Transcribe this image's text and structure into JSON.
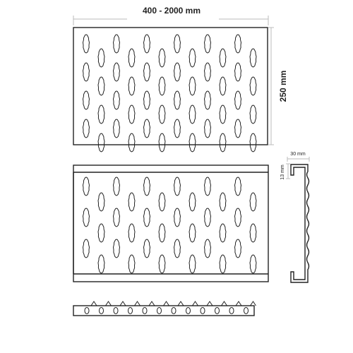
{
  "dimensions": {
    "width_label": "400 - 2000 mm",
    "height_label": "250 mm",
    "profile_width_label": "30 mm",
    "profile_height_label": "13 mm"
  },
  "colors": {
    "line": "#222222",
    "dimension_line": "#bbbbbb",
    "background": "#ffffff"
  }
}
